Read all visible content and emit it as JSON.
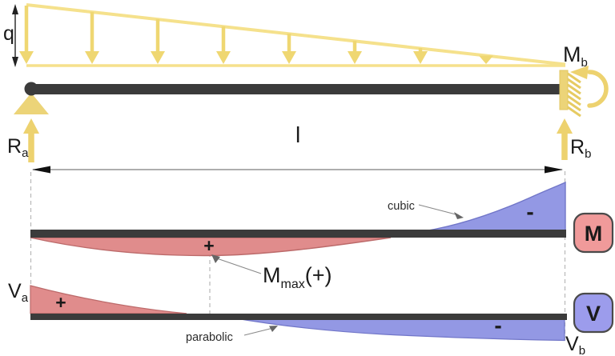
{
  "labels": {
    "load_intensity": "q",
    "span_length": "l",
    "end_moment": {
      "main": "M",
      "sub": "b"
    },
    "reaction_left": {
      "main": "R",
      "sub": "a"
    },
    "reaction_right": {
      "main": "R",
      "sub": "b"
    },
    "shear_left": {
      "main": "V",
      "sub": "a"
    },
    "shear_right": {
      "main": "V",
      "sub": "b"
    },
    "max_moment": {
      "main": "M",
      "sub": "max",
      "suffix": "(+)"
    },
    "moment_curve_note": "cubic",
    "shear_curve_note": "parabolic",
    "moment_positive_sign": "+",
    "moment_negative_sign": "-",
    "shear_positive_sign": "+",
    "shear_negative_sign": "-",
    "moment_badge": "M",
    "shear_badge": "V"
  },
  "colors": {
    "load_line_yellow": "#F5E18C",
    "load_arrow_yellow": "#EFD772",
    "support_yellow": "#ECD478",
    "beam_dark": "#3B3B3B",
    "positive_red_fill": "#E08C8C",
    "positive_red_edge": "#BC6A6A",
    "negative_blue_fill": "#9398E4",
    "negative_blue_edge": "#7176C8",
    "moment_badge_fill": "#F09A9A",
    "shear_badge_fill": "#9C9CEC",
    "dashed_gray": "#B8B8B8",
    "dimension_gray": "#7d7d7d",
    "text_black": "#1A1A1A"
  },
  "shapes": {
    "left_support": "pin-support-icon",
    "right_support": "fixed-support-icon",
    "end_moment_arrow": "moment-arc-arrow-icon",
    "load": "triangular-distributed-load",
    "moment_regions": [
      {
        "sign": "+",
        "color_key": "positive_red_fill"
      },
      {
        "sign": "-",
        "color_key": "negative_blue_fill"
      }
    ],
    "shear_regions": [
      {
        "sign": "+",
        "color_key": "positive_red_fill"
      },
      {
        "sign": "-",
        "color_key": "negative_blue_fill"
      }
    ]
  }
}
